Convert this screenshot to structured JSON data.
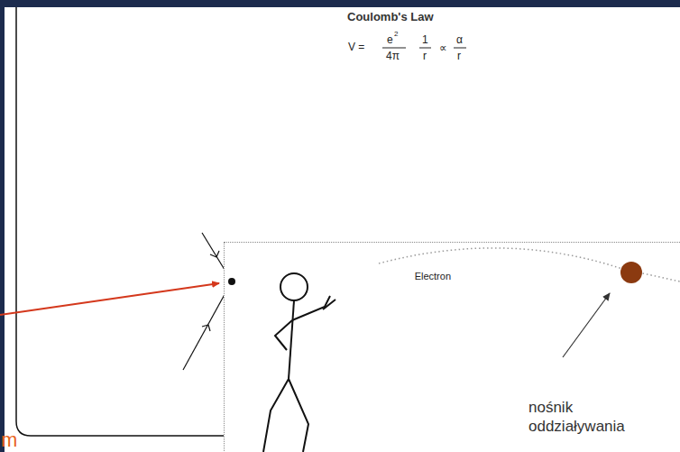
{
  "diagram": {
    "nodes": [
      {
        "text": [
          "nośnik oddziaływania"
        ]
      }
    ],
    "labels": [
      "Coulomb's Law",
      "V =",
      "e",
      "2",
      "4π",
      "1",
      "r",
      "∝",
      "α",
      "r",
      "Electron",
      "m"
    ]
  }
}
